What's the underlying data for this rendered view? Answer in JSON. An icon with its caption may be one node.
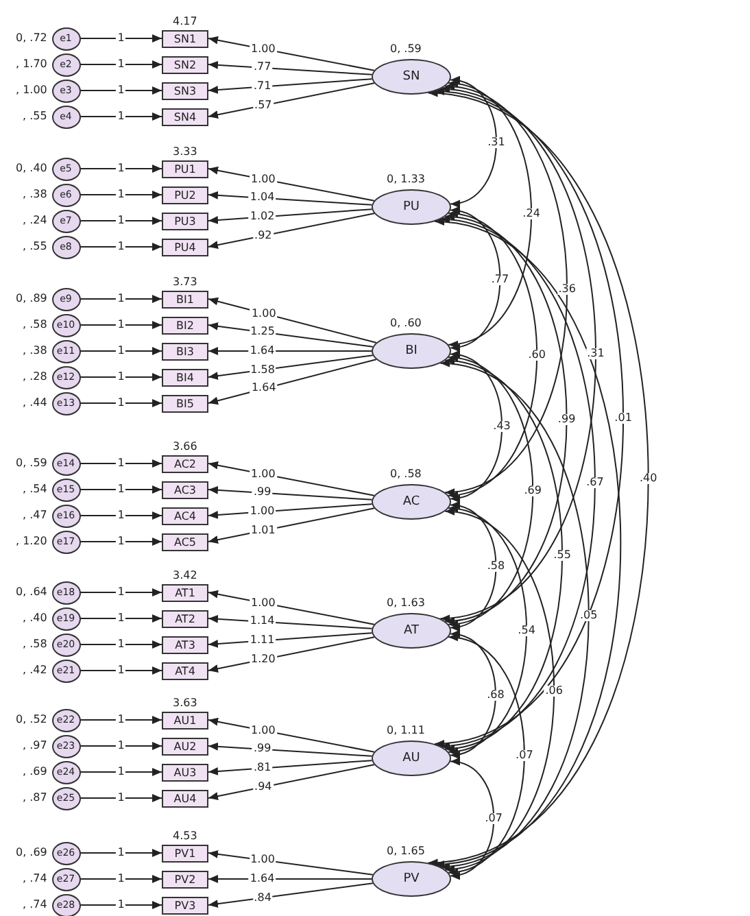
{
  "diagram": {
    "nodes": [
      {
        "text": [
          "e1"
        ],
        "beside": [
          "0, .72"
        ]
      },
      {
        "text": [
          "e2"
        ],
        "beside": [
          ", 1.70"
        ]
      },
      {
        "text": [
          "e3"
        ],
        "beside": [
          ", 1.00"
        ]
      },
      {
        "text": [
          "e4"
        ],
        "beside": [
          ", .55"
        ]
      },
      {
        "text": [
          "SN1"
        ],
        "beside": [
          "4.17"
        ]
      },
      {
        "text": [
          "SN2"
        ]
      },
      {
        "text": [
          "SN3"
        ]
      },
      {
        "text": [
          "SN4"
        ]
      },
      {
        "text": [
          "SN"
        ],
        "beside": [
          "0, .59"
        ]
      },
      {
        "text": [
          "e5"
        ],
        "beside": [
          "0, .40"
        ]
      },
      {
        "text": [
          "e6"
        ],
        "beside": [
          ", .38"
        ]
      },
      {
        "text": [
          "e7"
        ],
        "beside": [
          ", .24"
        ]
      },
      {
        "text": [
          "e8"
        ],
        "beside": [
          ", .55"
        ]
      },
      {
        "text": [
          "PU1"
        ],
        "beside": [
          "3.33"
        ]
      },
      {
        "text": [
          "PU2"
        ]
      },
      {
        "text": [
          "PU3"
        ]
      },
      {
        "text": [
          "PU4"
        ]
      },
      {
        "text": [
          "PU"
        ],
        "beside": [
          "0, 1.33"
        ]
      },
      {
        "text": [
          "e9"
        ],
        "beside": [
          "0, .89"
        ]
      },
      {
        "text": [
          "e10"
        ],
        "beside": [
          ", .58"
        ]
      },
      {
        "text": [
          "e11"
        ],
        "beside": [
          ", .38"
        ]
      },
      {
        "text": [
          "e12"
        ],
        "beside": [
          ", .28"
        ]
      },
      {
        "text": [
          "e13"
        ],
        "beside": [
          ", .44"
        ]
      },
      {
        "text": [
          "BI1"
        ],
        "beside": [
          "3.73"
        ]
      },
      {
        "text": [
          "BI2"
        ]
      },
      {
        "text": [
          "BI3"
        ]
      },
      {
        "text": [
          "BI4"
        ]
      },
      {
        "text": [
          "BI5"
        ]
      },
      {
        "text": [
          "BI"
        ],
        "beside": [
          "0, .60"
        ]
      },
      {
        "text": [
          "e14"
        ],
        "beside": [
          "0, .59"
        ]
      },
      {
        "text": [
          "e15"
        ],
        "beside": [
          ", .54"
        ]
      },
      {
        "text": [
          "e16"
        ],
        "beside": [
          ", .47"
        ]
      },
      {
        "text": [
          "e17"
        ],
        "beside": [
          ", 1.20"
        ]
      },
      {
        "text": [
          "AC2"
        ],
        "beside": [
          "3.66"
        ]
      },
      {
        "text": [
          "AC3"
        ]
      },
      {
        "text": [
          "AC4"
        ]
      },
      {
        "text": [
          "AC5"
        ]
      },
      {
        "text": [
          "AC"
        ],
        "beside": [
          "0, .58"
        ]
      },
      {
        "text": [
          "e18"
        ],
        "beside": [
          "0, .64"
        ]
      },
      {
        "text": [
          "e19"
        ],
        "beside": [
          ", .40"
        ]
      },
      {
        "text": [
          "e20"
        ],
        "beside": [
          ", .58"
        ]
      },
      {
        "text": [
          "e21"
        ],
        "beside": [
          ", .42"
        ]
      },
      {
        "text": [
          "AT1"
        ],
        "beside": [
          "3.42"
        ]
      },
      {
        "text": [
          "AT2"
        ]
      },
      {
        "text": [
          "AT3"
        ]
      },
      {
        "text": [
          "AT4"
        ]
      },
      {
        "text": [
          "AT"
        ],
        "beside": [
          "0, 1.63"
        ]
      },
      {
        "text": [
          "e22"
        ],
        "beside": [
          "0, .52"
        ]
      },
      {
        "text": [
          "e23"
        ],
        "beside": [
          ", .97"
        ]
      },
      {
        "text": [
          "e24"
        ],
        "beside": [
          ", .69"
        ]
      },
      {
        "text": [
          "e25"
        ],
        "beside": [
          ", .87"
        ]
      },
      {
        "text": [
          "AU1"
        ],
        "beside": [
          "3.63"
        ]
      },
      {
        "text": [
          "AU2"
        ]
      },
      {
        "text": [
          "AU3"
        ]
      },
      {
        "text": [
          "AU4"
        ]
      },
      {
        "text": [
          "AU"
        ],
        "beside": [
          "0, 1.11"
        ]
      },
      {
        "text": [
          "e26"
        ],
        "beside": [
          "0, .69"
        ]
      },
      {
        "text": [
          "e27"
        ],
        "beside": [
          ", .74"
        ]
      },
      {
        "text": [
          "e28"
        ],
        "beside": [
          ", .74"
        ]
      },
      {
        "text": [
          "PV1"
        ],
        "beside": [
          "4.53"
        ]
      },
      {
        "text": [
          "PV2"
        ]
      },
      {
        "text": [
          "PV3"
        ]
      },
      {
        "text": [
          "PV"
        ],
        "beside": [
          "0, 1.65"
        ]
      }
    ],
    "edges": [
      {
        "from": 0,
        "to": 4,
        "arrow": "to",
        "label": "1"
      },
      {
        "from": 1,
        "to": 5,
        "arrow": "to",
        "label": "1"
      },
      {
        "from": 2,
        "to": 6,
        "arrow": "to",
        "label": "1"
      },
      {
        "from": 3,
        "to": 7,
        "arrow": "to",
        "label": "1"
      },
      {
        "from": 8,
        "to": 4,
        "arrow": "to",
        "label": "1.00"
      },
      {
        "from": 8,
        "to": 5,
        "arrow": "to",
        "label": ".77"
      },
      {
        "from": 8,
        "to": 6,
        "arrow": "to",
        "label": ".71"
      },
      {
        "from": 8,
        "to": 7,
        "arrow": "to",
        "label": ".57"
      },
      {
        "from": 9,
        "to": 13,
        "arrow": "to",
        "label": "1"
      },
      {
        "from": 10,
        "to": 14,
        "arrow": "to",
        "label": "1"
      },
      {
        "from": 11,
        "to": 15,
        "arrow": "to",
        "label": "1"
      },
      {
        "from": 12,
        "to": 16,
        "arrow": "to",
        "label": "1"
      },
      {
        "from": 17,
        "to": 13,
        "arrow": "to",
        "label": "1.00"
      },
      {
        "from": 17,
        "to": 14,
        "arrow": "to",
        "label": "1.04"
      },
      {
        "from": 17,
        "to": 15,
        "arrow": "to",
        "label": "1.02"
      },
      {
        "from": 17,
        "to": 16,
        "arrow": "to",
        "label": ".92"
      },
      {
        "from": 18,
        "to": 23,
        "arrow": "to",
        "label": "1"
      },
      {
        "from": 19,
        "to": 24,
        "arrow": "to",
        "label": "1"
      },
      {
        "from": 20,
        "to": 25,
        "arrow": "to",
        "label": "1"
      },
      {
        "from": 21,
        "to": 26,
        "arrow": "to",
        "label": "1"
      },
      {
        "from": 22,
        "to": 27,
        "arrow": "to",
        "label": "1"
      },
      {
        "from": 28,
        "to": 23,
        "arrow": "to",
        "label": "1.00"
      },
      {
        "from": 28,
        "to": 24,
        "arrow": "to",
        "label": "1.25"
      },
      {
        "from": 28,
        "to": 25,
        "arrow": "to",
        "label": "1.64"
      },
      {
        "from": 28,
        "to": 26,
        "arrow": "to",
        "label": "1.58"
      },
      {
        "from": 28,
        "to": 27,
        "arrow": "to",
        "label": "1.64"
      },
      {
        "from": 29,
        "to": 33,
        "arrow": "to",
        "label": "1"
      },
      {
        "from": 30,
        "to": 34,
        "arrow": "to",
        "label": "1"
      },
      {
        "from": 31,
        "to": 35,
        "arrow": "to",
        "label": "1"
      },
      {
        "from": 32,
        "to": 36,
        "arrow": "to",
        "label": "1"
      },
      {
        "from": 37,
        "to": 33,
        "arrow": "to",
        "label": "1.00"
      },
      {
        "from": 37,
        "to": 34,
        "arrow": "to",
        "label": ".99"
      },
      {
        "from": 37,
        "to": 35,
        "arrow": "to",
        "label": "1.00"
      },
      {
        "from": 37,
        "to": 36,
        "arrow": "to",
        "label": "1.01"
      },
      {
        "from": 38,
        "to": 42,
        "arrow": "to",
        "label": "1"
      },
      {
        "from": 39,
        "to": 43,
        "arrow": "to",
        "label": "1"
      },
      {
        "from": 40,
        "to": 44,
        "arrow": "to",
        "label": "1"
      },
      {
        "from": 41,
        "to": 45,
        "arrow": "to",
        "label": "1"
      },
      {
        "from": 46,
        "to": 42,
        "arrow": "to",
        "label": "1.00"
      },
      {
        "from": 46,
        "to": 43,
        "arrow": "to",
        "label": "1.14"
      },
      {
        "from": 46,
        "to": 44,
        "arrow": "to",
        "label": "1.11"
      },
      {
        "from": 46,
        "to": 45,
        "arrow": "to",
        "label": "1.20"
      },
      {
        "from": 47,
        "to": 51,
        "arrow": "to",
        "label": "1"
      },
      {
        "from": 48,
        "to": 52,
        "arrow": "to",
        "label": "1"
      },
      {
        "from": 49,
        "to": 53,
        "arrow": "to",
        "label": "1"
      },
      {
        "from": 50,
        "to": 54,
        "arrow": "to",
        "label": "1"
      },
      {
        "from": 55,
        "to": 51,
        "arrow": "to",
        "label": "1.00"
      },
      {
        "from": 55,
        "to": 52,
        "arrow": "to",
        "label": ".99"
      },
      {
        "from": 55,
        "to": 53,
        "arrow": "to",
        "label": ".81"
      },
      {
        "from": 55,
        "to": 54,
        "arrow": "to",
        "label": ".94"
      },
      {
        "from": 56,
        "to": 59,
        "arrow": "to",
        "label": "1"
      },
      {
        "from": 57,
        "to": 60,
        "arrow": "to",
        "label": "1"
      },
      {
        "from": 58,
        "to": 61,
        "arrow": "to",
        "label": "1"
      },
      {
        "from": 62,
        "to": 59,
        "arrow": "to",
        "label": "1.00"
      },
      {
        "from": 62,
        "to": 60,
        "arrow": "to",
        "label": "1.64"
      },
      {
        "from": 62,
        "to": 61,
        "arrow": "to",
        "label": ".84"
      },
      {
        "from": 8,
        "to": 17,
        "arrow": "both",
        "label": ".31"
      },
      {
        "from": 8,
        "to": 28,
        "arrow": "both",
        "label": ".24"
      },
      {
        "from": 8,
        "to": 37,
        "arrow": "both",
        "label": ".36"
      },
      {
        "from": 8,
        "to": 46,
        "arrow": "both",
        "label": ".31"
      },
      {
        "from": 8,
        "to": 55,
        "arrow": "both",
        "label": ".01"
      },
      {
        "from": 8,
        "to": 62,
        "arrow": "both",
        "label": ".40"
      },
      {
        "from": 17,
        "to": 28,
        "arrow": "both",
        "label": ".77"
      },
      {
        "from": 17,
        "to": 37,
        "arrow": "both",
        "label": ".60"
      },
      {
        "from": 17,
        "to": 46,
        "arrow": "both",
        "label": ".99"
      },
      {
        "from": 17,
        "to": 55,
        "arrow": "both",
        "label": ".67"
      },
      {
        "from": 17,
        "to": 62,
        "arrow": "both"
      },
      {
        "from": 28,
        "to": 37,
        "arrow": "both",
        "label": ".43"
      },
      {
        "from": 28,
        "to": 46,
        "arrow": "both",
        "label": ".69"
      },
      {
        "from": 28,
        "to": 55,
        "arrow": "both",
        "label": ".55"
      },
      {
        "from": 28,
        "to": 62,
        "arrow": "both",
        "label": ".05"
      },
      {
        "from": 37,
        "to": 46,
        "arrow": "both",
        "label": ".58"
      },
      {
        "from": 37,
        "to": 55,
        "arrow": "both",
        "label": ".54"
      },
      {
        "from": 37,
        "to": 62,
        "arrow": "both",
        "label": ".06"
      },
      {
        "from": 46,
        "to": 55,
        "arrow": "both",
        "label": ".68"
      },
      {
        "from": 46,
        "to": 62,
        "arrow": "both",
        "label": ".07"
      },
      {
        "from": 55,
        "to": 62,
        "arrow": "both",
        "label": ".07"
      }
    ]
  }
}
